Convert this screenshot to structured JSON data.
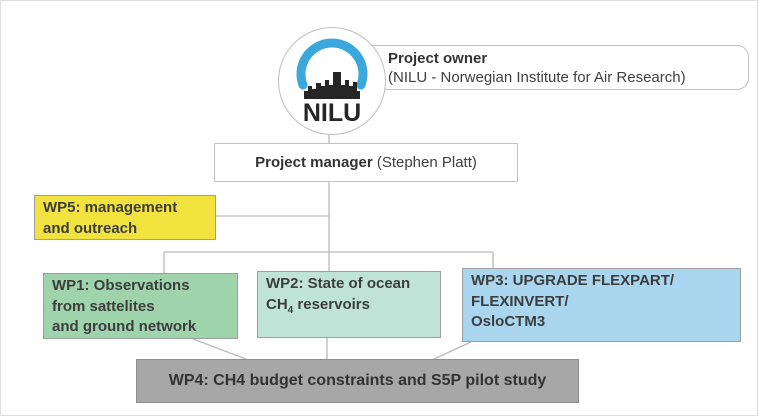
{
  "logo": {
    "name": "NILU institute logo",
    "text": "NILU",
    "arc_color": "#3ba8dd",
    "dark_color": "#262626"
  },
  "project_owner": {
    "title": "Project owner",
    "subtitle": "(NILU - Norwegian Institute for Air Research)"
  },
  "project_manager": {
    "title": "Project manager",
    "name": " (Stephen Platt)"
  },
  "work_packages": {
    "wp5": {
      "lines": [
        "WP5: management",
        "and outreach"
      ],
      "bg": "#f1e23d"
    },
    "wp1": {
      "lines": [
        "WP1: Observations",
        "from sattelites",
        "and ground network"
      ],
      "bg": "#9fd3ab"
    },
    "wp2": {
      "line1": "WP2: State of ocean",
      "line2_prefix": "CH",
      "line2_sub": "4",
      "line2_suffix": " reservoirs",
      "bg": "#bfe4d7"
    },
    "wp3": {
      "lines": [
        "WP3: UPGRADE FLEXPART/",
        "FLEXINVERT/",
        "OsloCTM3"
      ],
      "bg": "#a9d5ee"
    },
    "wp4": {
      "label": "WP4: CH4 budget constraints and S5P pilot study",
      "bg": "#a7a7a7"
    }
  },
  "connector_color": "#bababa"
}
